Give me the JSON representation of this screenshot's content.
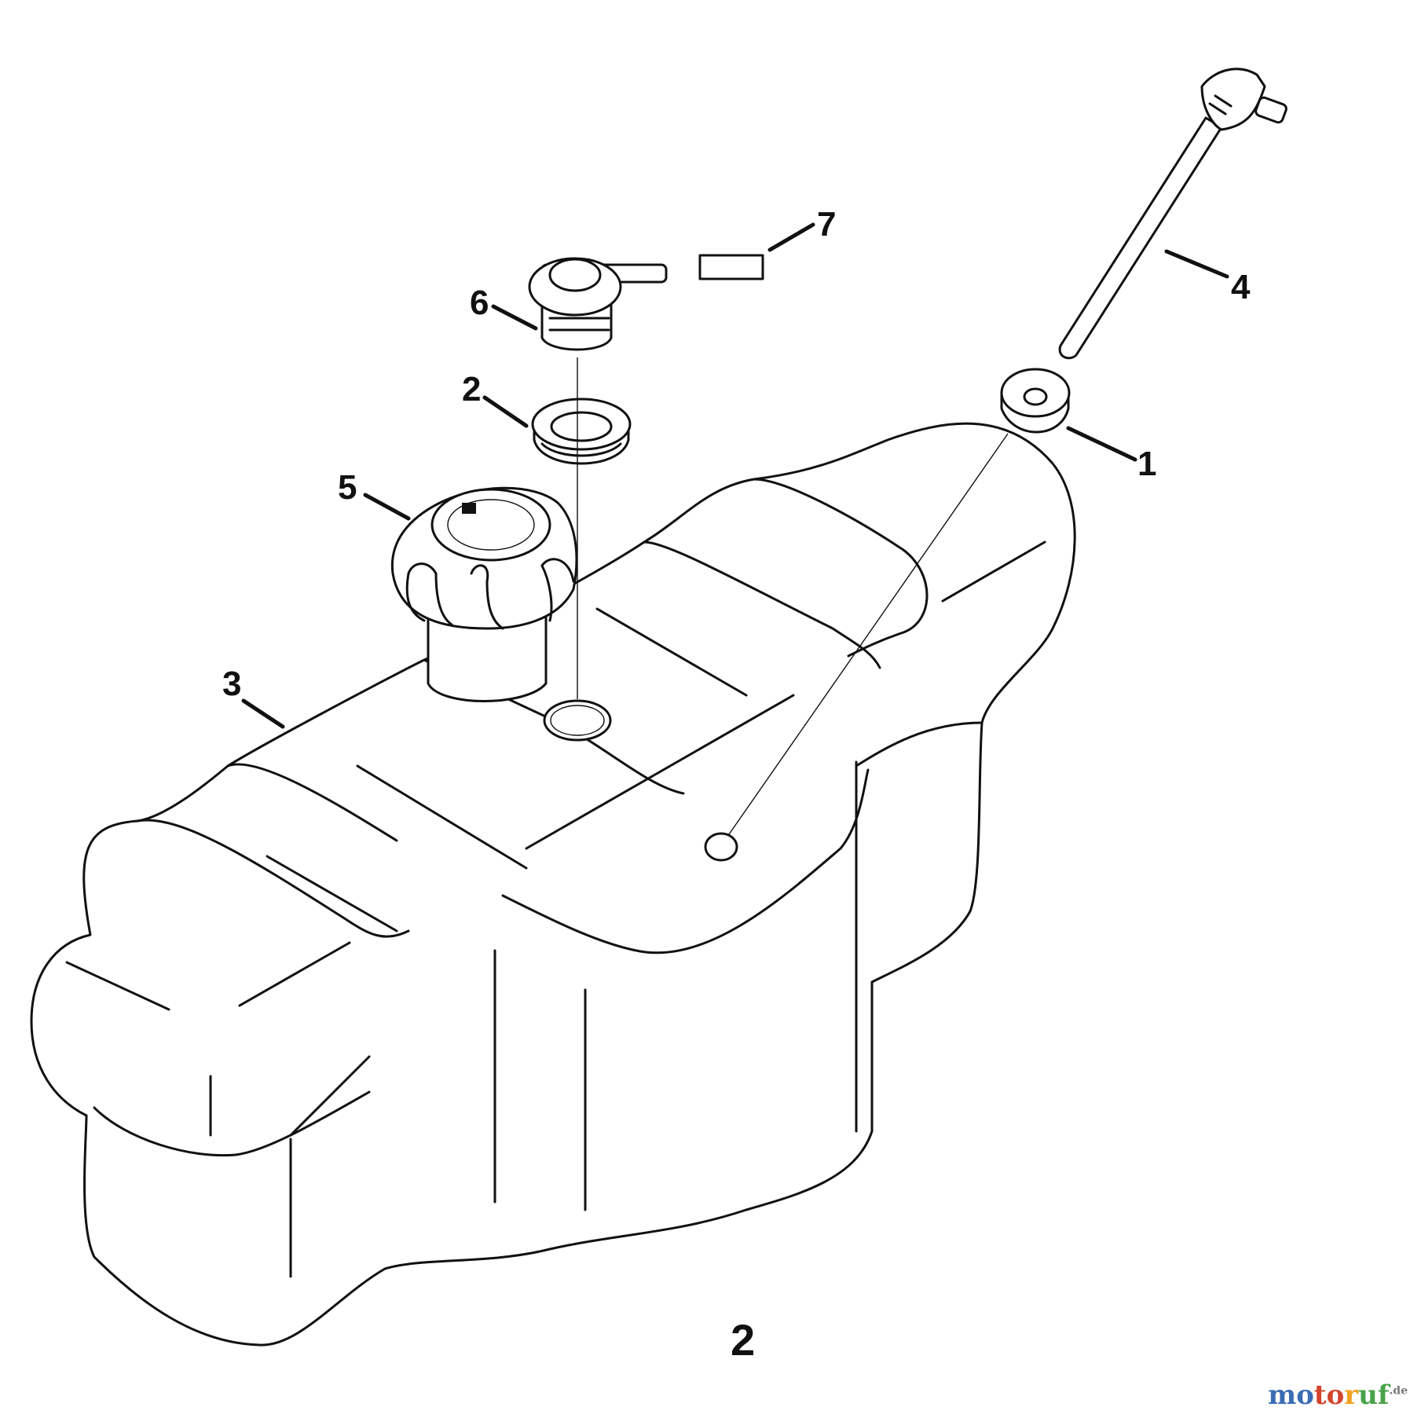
{
  "diagram": {
    "figure_number": "2",
    "callouts": [
      {
        "id": "1",
        "label": "1"
      },
      {
        "id": "2",
        "label": "2"
      },
      {
        "id": "3",
        "label": "3"
      },
      {
        "id": "4",
        "label": "4"
      },
      {
        "id": "5",
        "label": "5"
      },
      {
        "id": "6",
        "label": "6"
      },
      {
        "id": "7",
        "label": "7"
      }
    ]
  },
  "watermark": {
    "part1": "mo",
    "part2": "to",
    "part3": "r",
    "part4": "uf",
    "tld": ".de"
  }
}
